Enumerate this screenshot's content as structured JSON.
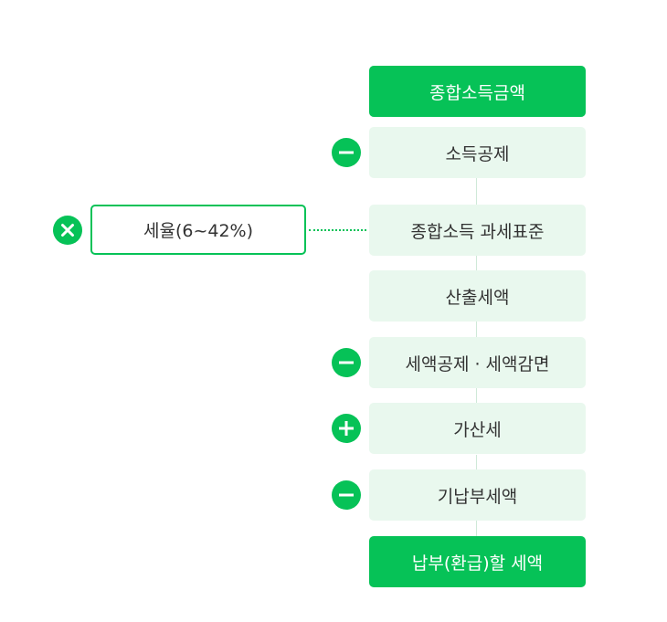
{
  "flow": {
    "gross_income": "종합소득금액",
    "income_deduction": "소득공제",
    "tax_base": "종합소득 과세표준",
    "calculated_tax": "산출세액",
    "tax_credit_reduction": "세액공제 · 세액감면",
    "additional_tax": "가산세",
    "prepaid_tax": "기납부세액",
    "final_tax": "납부(환급)할 세액"
  },
  "rate": {
    "label": "세율(6~42%)"
  },
  "operators": {
    "income_deduction": "minus-icon",
    "rate": "multiply-icon",
    "tax_credit_reduction": "minus-icon",
    "additional_tax": "plus-icon",
    "prepaid_tax": "minus-icon"
  },
  "colors": {
    "accent": "#06c257",
    "light_box": "#e9f8ee",
    "connector": "#cfe9d8",
    "text": "#333333"
  }
}
